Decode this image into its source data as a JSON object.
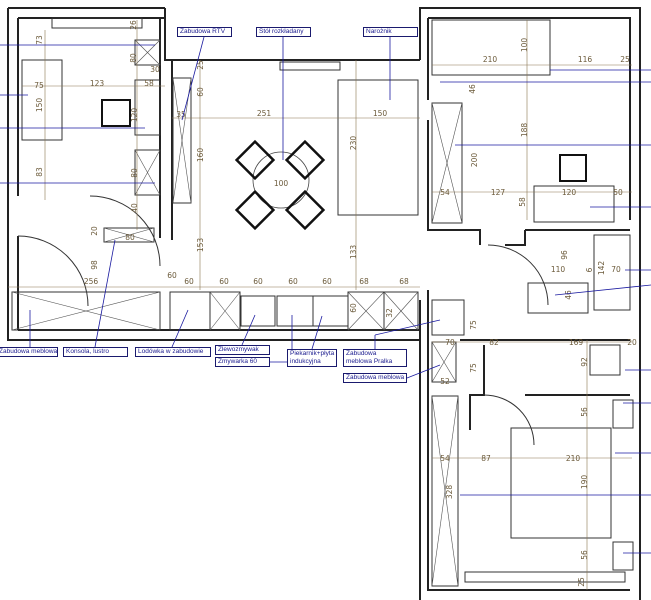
{
  "callouts": {
    "zabudowa_rtv": "Zabudowa RTV",
    "stol": "Stół rozkładany",
    "naroznik": "Narożnik",
    "zabudowa_meblowa_1": "Zabudowa meblowa",
    "konsola": "Konsola, lustro",
    "lodowka": "Lodówka w zabudowie",
    "zlewozmywak": "Zlewozmywak",
    "zmywarka": "Zmywarka 60",
    "piekarnik": "Piekarnik+płyta indukcyjna",
    "pralka": "Zabudowa meblowa Pralka",
    "zabudowa_meblowa_2": "Zabudowa meblowa"
  },
  "dimensions": [
    "73",
    "26",
    "80",
    "30",
    "75",
    "123",
    "58",
    "150",
    "120",
    "35",
    "25",
    "60",
    "160",
    "83",
    "80",
    "40",
    "20",
    "80",
    "153",
    "98",
    "256",
    "60",
    "251",
    "150",
    "230",
    "100",
    "133",
    "60",
    "60",
    "60",
    "60",
    "60",
    "68",
    "68",
    "60",
    "32",
    "210",
    "116",
    "25",
    "100",
    "46",
    "188",
    "200",
    "54",
    "127",
    "120",
    "50",
    "58",
    "96",
    "110",
    "6",
    "142",
    "70",
    "46",
    "75",
    "70",
    "82",
    "169",
    "20",
    "92",
    "75",
    "52",
    "56",
    "54",
    "87",
    "210",
    "190",
    "328",
    "56",
    "25"
  ],
  "colors": {
    "wall": "#222222",
    "dimension": "#8a7550",
    "leader": "#1a1aa0"
  }
}
